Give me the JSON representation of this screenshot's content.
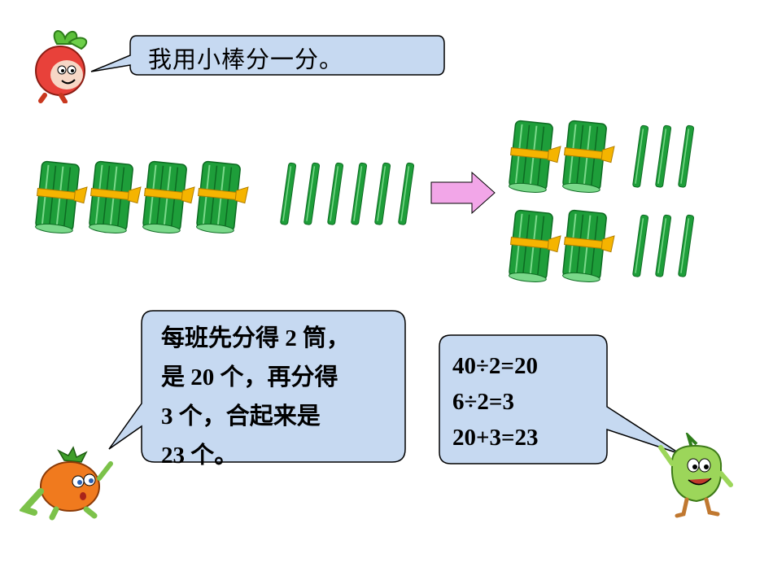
{
  "speech_top": {
    "text": "我用小棒分一分。"
  },
  "speech_left": {
    "lines": [
      "每班先分得 2 筒，",
      "是 20 个，再分得",
      "3 个，合起来是",
      "23 个。"
    ]
  },
  "speech_right": {
    "lines": [
      "40÷2=20",
      "6÷2=3",
      "20+3=23"
    ]
  },
  "colors": {
    "bubble_fill": "#c6d9f1",
    "stick_green": "#1e9e3a",
    "stick_dark": "#0d6b22",
    "ribbon": "#f5b400",
    "arrow_fill": "#f2a6e8"
  },
  "illustration": {
    "left_bundles": 4,
    "left_single_sticks": 6,
    "groups": [
      {
        "bundles": 2,
        "single_sticks": 3
      },
      {
        "bundles": 2,
        "single_sticks": 3
      }
    ]
  }
}
